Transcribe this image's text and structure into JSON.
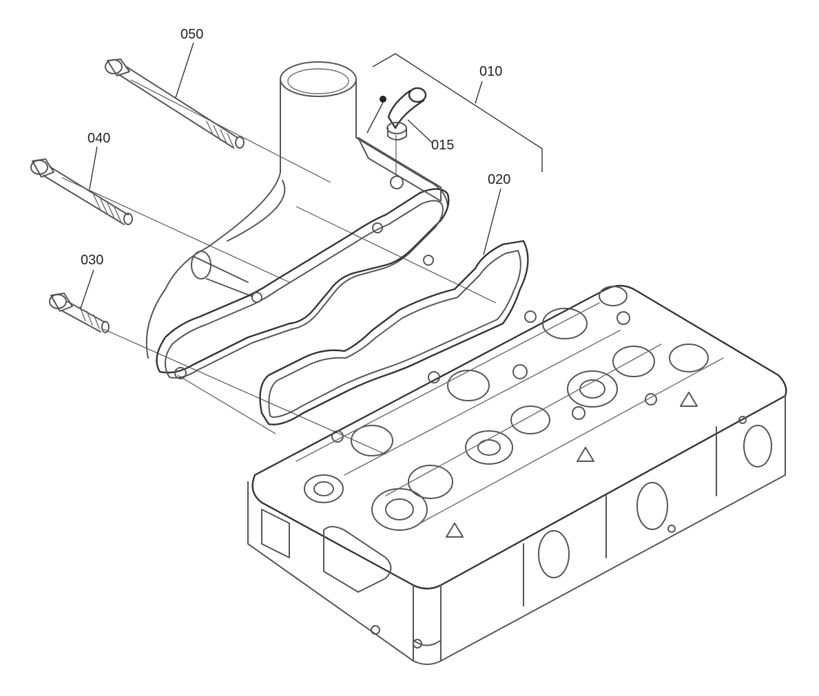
{
  "parts": [
    {
      "id": "bolt_050",
      "label": "050"
    },
    {
      "id": "bolt_040",
      "label": "040"
    },
    {
      "id": "bolt_030",
      "label": "030"
    },
    {
      "id": "outlet_assembly",
      "label": "010"
    },
    {
      "id": "elbow_fitting",
      "label": "015"
    },
    {
      "id": "gasket",
      "label": "020"
    }
  ]
}
